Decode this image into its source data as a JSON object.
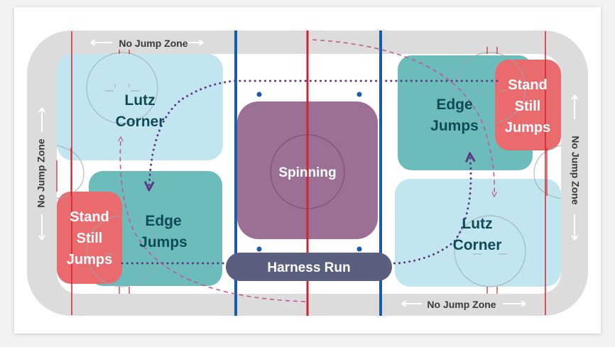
{
  "diagram": {
    "zones": {
      "lutz_left": "Lutz Corner",
      "lutz_right": "Lutz Corner",
      "edge_left": "Edge Jumps",
      "edge_right": "Edge Jumps",
      "stand_left": "Stand Still Jumps",
      "stand_right": "Stand Still Jumps",
      "spinning": "Spinning",
      "harness": "Harness Run"
    },
    "no_jump_zone": "No Jump Zone"
  },
  "colors": {
    "lutz": "#c2e6f0",
    "edge": "#6cbcbc",
    "stand": "#ea6b6e",
    "spin": "#9c6f95",
    "harness": "#5a5f80",
    "red_line": "#d2232a",
    "blue_line": "#1b5ca8",
    "rink_border": "#dcdcdc",
    "text_dark": "#0f4a55"
  }
}
